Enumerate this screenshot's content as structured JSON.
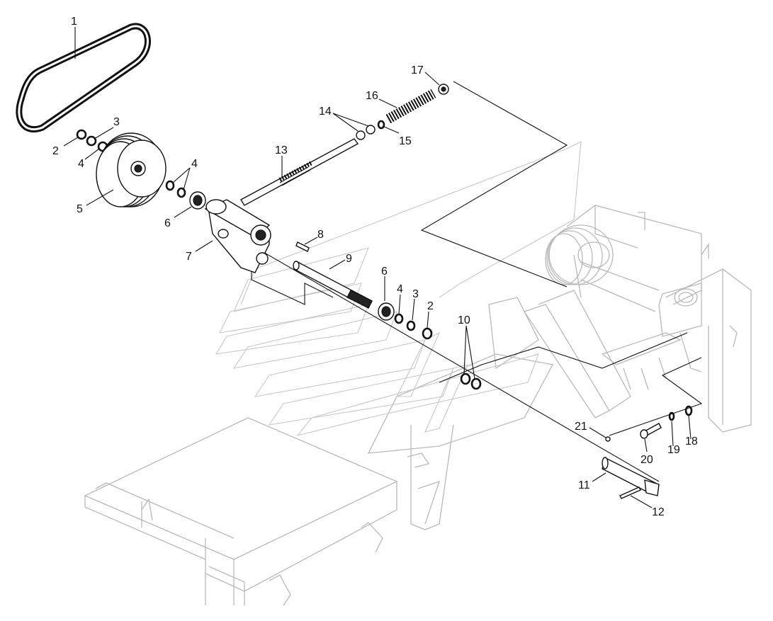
{
  "callouts": [
    {
      "label": "1"
    },
    {
      "label": "2"
    },
    {
      "label": "3"
    },
    {
      "label": "4"
    },
    {
      "label": "5"
    },
    {
      "label": "4"
    },
    {
      "label": "6"
    },
    {
      "label": "7"
    },
    {
      "label": "8"
    },
    {
      "label": "9"
    },
    {
      "label": "13"
    },
    {
      "label": "14"
    },
    {
      "label": "15"
    },
    {
      "label": "16"
    },
    {
      "label": "17"
    },
    {
      "label": "6"
    },
    {
      "label": "4"
    },
    {
      "label": "3"
    },
    {
      "label": "2"
    },
    {
      "label": "10"
    },
    {
      "label": "21"
    },
    {
      "label": "20"
    },
    {
      "label": "19"
    },
    {
      "label": "18"
    },
    {
      "label": "11"
    },
    {
      "label": "12"
    }
  ]
}
